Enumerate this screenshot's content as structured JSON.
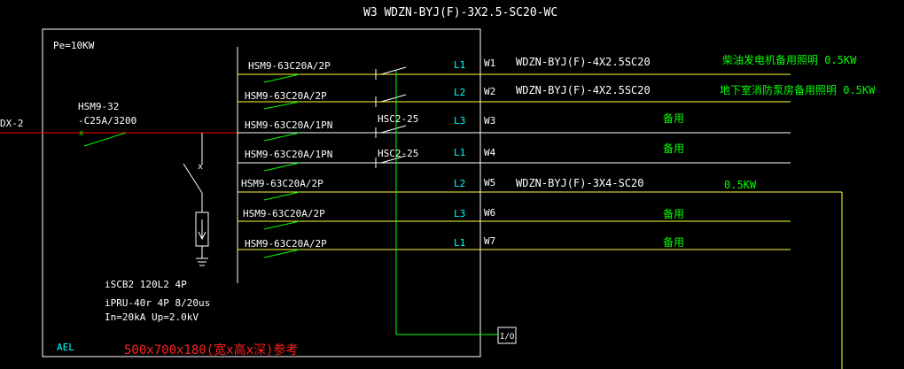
{
  "title": "W3    WDZN-BYJ(F)-3X2.5-SC20-WC",
  "panel": {
    "pe": "Pe=10KW",
    "left_label": "DX-2",
    "main_switch": [
      "HSM9-32",
      "-C25A/3200"
    ],
    "spd": [
      "iSCB2 120L2 4P",
      "iPRU-40r 4P 8/20us",
      "In=20kA Up=2.0kV"
    ],
    "ael": "AEL",
    "dimension": "500x700x180(宽x高x深)参考"
  },
  "circuits": [
    {
      "breaker": "HSM9-63C20A/2P",
      "phase": "L1",
      "id": "W1",
      "cable": "WDZN-BYJ(F)-4X2.5SC20",
      "load": "柴油发电机备用照明 0.5KW"
    },
    {
      "breaker": "HSM9-63C20A/2P",
      "phase": "L2",
      "id": "W2",
      "cable": "WDZN-BYJ(F)-4X2.5SC20",
      "load": "地下室消防泵房备用照明 0.5KW"
    },
    {
      "breaker": "HSM9-63C20A/1PN",
      "phase": "L3",
      "id": "W3",
      "cable": "",
      "load": "备用"
    },
    {
      "breaker": "HSM9-63C20A/1PN",
      "phase": "L1",
      "id": "W4",
      "cable": "",
      "load": "备用"
    },
    {
      "breaker": "HSM9-63C20A/2P",
      "phase": "L2",
      "id": "W5",
      "cable": "WDZN-BYJ(F)-3X4-SC20",
      "load": "0.5KW"
    },
    {
      "breaker": "HSM9-63C20A/2P",
      "phase": "L3",
      "id": "W6",
      "cable": "",
      "load": "备用"
    },
    {
      "breaker": "HSM9-63C20A/2P",
      "phase": "L1",
      "id": "W7",
      "cable": "",
      "load": "备用"
    }
  ],
  "contactors": [
    "HSC2-25",
    "HSC2-25"
  ],
  "io_label": "I/O",
  "colors": {
    "background": "#000000",
    "line_white": "#ffffff",
    "line_yellow": "#ffff33",
    "line_red": "#ff0000",
    "text_green": "#00ff00",
    "text_cyan": "#00ffff"
  }
}
